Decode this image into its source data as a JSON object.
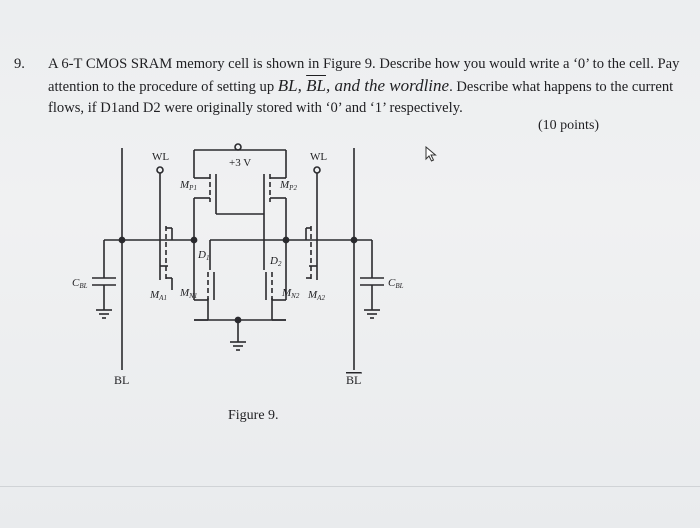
{
  "question": {
    "number": "9.",
    "text_part1": "A 6-T CMOS SRAM memory cell is shown in Figure 9. Describe how you would write a ‘0’ to the cell. Pay attention to the procedure of setting up ",
    "math_bl": "BL",
    "math_sep1": ", ",
    "math_blbar": "BL",
    "math_rest": ", and the wordline",
    "text_part2": ". Describe what happens to the current flows, if D1and D2 were originally stored with ‘0’ and ‘1’ respectively.",
    "points": "(10 points)"
  },
  "figure": {
    "caption": "Figure 9.",
    "labels": {
      "wl_left": "WL",
      "wl_right": "WL",
      "vdd": "+3 V",
      "mp1": "M",
      "mp1_sub": "P1",
      "mp2": "M",
      "mp2_sub": "P2",
      "d1": "D",
      "d1_sub": "1",
      "d2": "D",
      "d2_sub": "2",
      "ma1": "M",
      "ma1_sub": "A1",
      "mn1": "M",
      "mn1_sub": "N1",
      "mn2": "M",
      "mn2_sub": "N2",
      "ma2": "M",
      "ma2_sub": "A2",
      "cbl_left": "C",
      "cbl_left_sub": "BL",
      "cbl_right": "C",
      "cbl_right_sub": "BL",
      "bl": "BL",
      "blbar": "BL"
    }
  },
  "icons": {
    "cursor": "mouse-pointer-icon"
  }
}
